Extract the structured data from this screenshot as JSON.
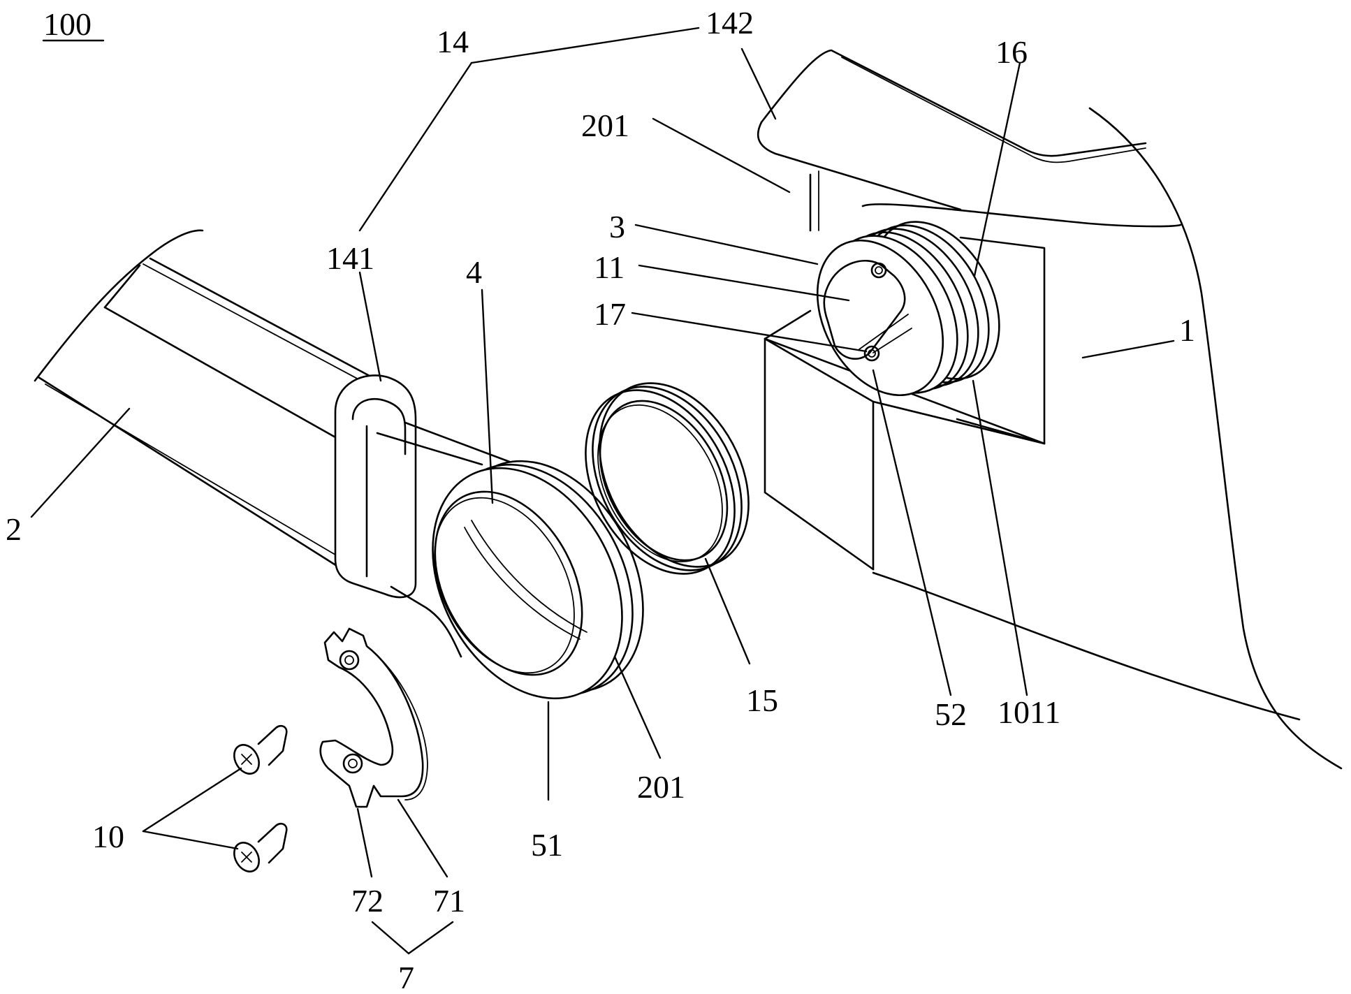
{
  "figure_number": "100",
  "labels": {
    "l14": "14",
    "l142": "142",
    "l16": "16",
    "l201_top": "201",
    "l3": "3",
    "l11": "11",
    "l17": "17",
    "l141": "141",
    "l4": "4",
    "l1": "1",
    "l2": "2",
    "l15": "15",
    "l52": "52",
    "l1011": "1011",
    "l201_bottom": "201",
    "l51": "51",
    "l10": "10",
    "l72": "72",
    "l71": "71",
    "l7": "7"
  }
}
